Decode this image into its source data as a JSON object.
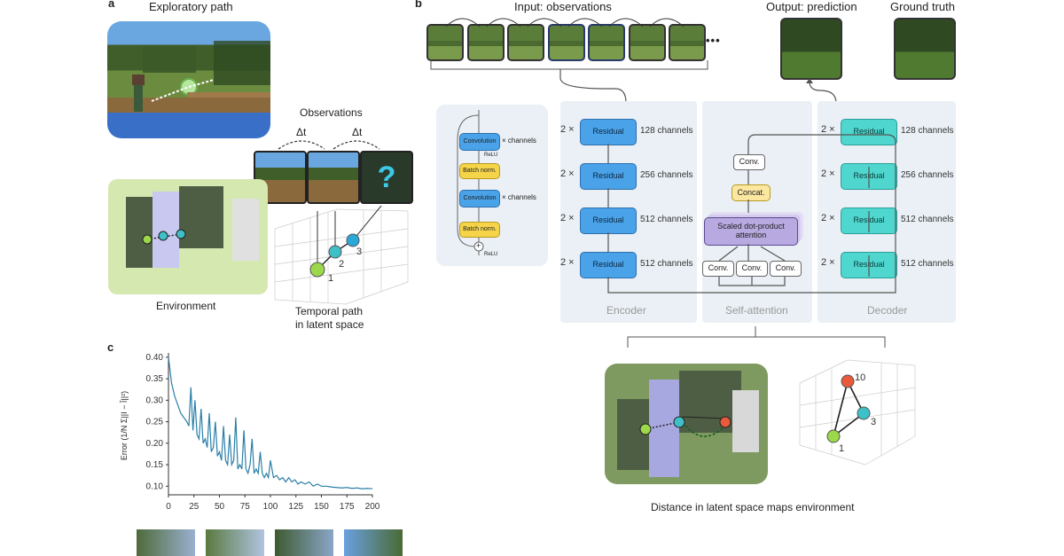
{
  "panel_a": {
    "letter": "a",
    "exploratory_path_label": "Exploratory path",
    "observations_label": "Observations",
    "delta_t_1": "Δt",
    "delta_t_2": "Δt",
    "question_mark": "?",
    "environment_label": "Environment",
    "latent_label_line1": "Temporal path",
    "latent_label_line2": "in latent space",
    "points": [
      "1",
      "2",
      "3"
    ]
  },
  "panel_b": {
    "letter": "b",
    "input_label": "Input: observations",
    "ellipsis": "•••",
    "output_label": "Output: prediction",
    "ground_truth_label": "Ground truth",
    "residual_block": {
      "conv1": "Convolution",
      "conv2": "Convolution",
      "channels_1": "× channels",
      "channels_2": "× channels",
      "relu1": "ReLU",
      "relu2": "ReLU",
      "bn1": "Batch norm.",
      "bn2": "Batch norm.",
      "plus": "+"
    },
    "encoder": {
      "title": "Encoder",
      "rows": [
        {
          "mult": "2 ×",
          "label": "Residual",
          "channels": "128 channels"
        },
        {
          "mult": "2 ×",
          "label": "Residual",
          "channels": "256 channels"
        },
        {
          "mult": "2 ×",
          "label": "Residual",
          "channels": "512 channels"
        },
        {
          "mult": "2 ×",
          "label": "Residual",
          "channels": "512 channels"
        }
      ]
    },
    "self_attention": {
      "title": "Self-attention",
      "conv_top": "Conv.",
      "concat": "Concat.",
      "sdpa": "Scaled dot-product attention",
      "convs": [
        "Conv.",
        "Conv.",
        "Conv."
      ]
    },
    "decoder": {
      "title": "Decoder",
      "rows": [
        {
          "mult": "2 ×",
          "label": "Residual",
          "channels": "128 channels"
        },
        {
          "mult": "2 ×",
          "label": "Residual",
          "channels": "256 channels"
        },
        {
          "mult": "2 ×",
          "label": "Residual",
          "channels": "512 channels"
        },
        {
          "mult": "2 ×",
          "label": "Residual",
          "channels": "512 channels"
        }
      ]
    },
    "latent_map_label": "Distance in latent space maps environment",
    "latent_points": [
      "10",
      "3",
      "1"
    ]
  },
  "panel_c": {
    "letter": "c",
    "chart_data": {
      "type": "line",
      "ylabel": "Error (1/N Σ||I − Î||²)",
      "xlim": [
        0,
        200
      ],
      "ylim": [
        0.08,
        0.41
      ],
      "x_ticks": [
        "0",
        "25",
        "50",
        "75",
        "100",
        "125",
        "150",
        "175",
        "200"
      ],
      "y_ticks": [
        "0.40",
        "0.35",
        "0.30",
        "0.25",
        "0.20",
        "0.15",
        "0.10"
      ],
      "series": [
        {
          "color": "#2a7fa8",
          "x": [
            0,
            3,
            6,
            9,
            12,
            15,
            18,
            20,
            22,
            24,
            26,
            28,
            30,
            32,
            34,
            36,
            38,
            40,
            42,
            44,
            46,
            48,
            50,
            52,
            54,
            56,
            58,
            60,
            62,
            64,
            66,
            68,
            70,
            72,
            74,
            76,
            78,
            80,
            82,
            84,
            86,
            88,
            90,
            92,
            94,
            96,
            98,
            100,
            103,
            106,
            109,
            112,
            115,
            118,
            121,
            124,
            127,
            130,
            134,
            138,
            142,
            146,
            150,
            155,
            160,
            165,
            170,
            175,
            180,
            185,
            190,
            195,
            200
          ],
          "y": [
            0.4,
            0.34,
            0.31,
            0.29,
            0.27,
            0.26,
            0.25,
            0.24,
            0.33,
            0.23,
            0.3,
            0.22,
            0.21,
            0.28,
            0.2,
            0.21,
            0.19,
            0.27,
            0.18,
            0.19,
            0.25,
            0.17,
            0.18,
            0.16,
            0.24,
            0.16,
            0.15,
            0.22,
            0.15,
            0.16,
            0.26,
            0.14,
            0.15,
            0.14,
            0.23,
            0.14,
            0.13,
            0.15,
            0.21,
            0.13,
            0.14,
            0.13,
            0.18,
            0.13,
            0.12,
            0.13,
            0.12,
            0.16,
            0.12,
            0.125,
            0.115,
            0.12,
            0.11,
            0.12,
            0.11,
            0.115,
            0.105,
            0.11,
            0.105,
            0.11,
            0.1,
            0.105,
            0.1,
            0.1,
            0.098,
            0.097,
            0.096,
            0.097,
            0.095,
            0.096,
            0.094,
            0.095,
            0.094
          ]
        }
      ]
    }
  },
  "colors": {
    "encoder_blue": "#4aa3e8",
    "decoder_teal": "#4ed6cf",
    "attention_purple": "#b8a9e0",
    "batchnorm_yellow": "#f5d44a",
    "section_bg": "#eaf0f5",
    "point_green": "#9bd84a",
    "point_teal": "#3ec0c8",
    "point_red": "#e85a3a"
  }
}
